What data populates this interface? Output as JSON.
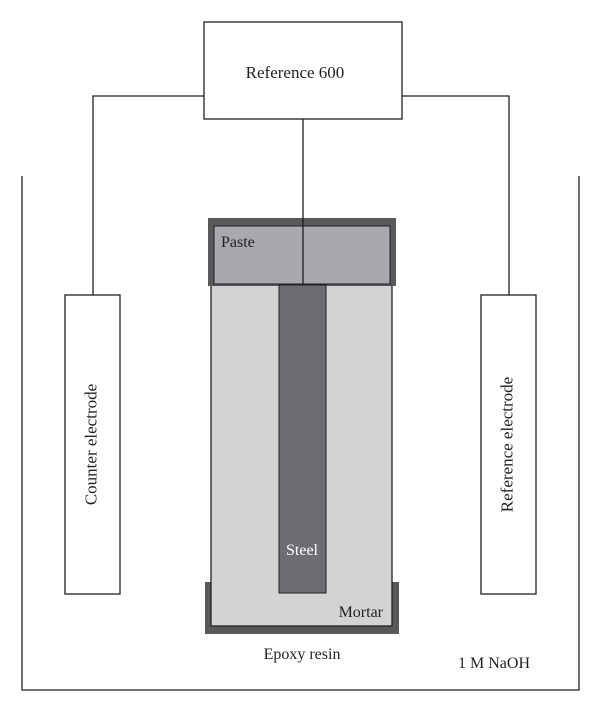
{
  "diagram": {
    "potentiostat_label": "Reference 600",
    "counter_electrode_label": "Counter electrode",
    "reference_electrode_label": "Reference electrode",
    "paste_label": "Paste",
    "steel_label": "Steel",
    "mortar_label": "Mortar",
    "epoxy_label": "Epoxy resin",
    "solution_label": "1 M NaOH"
  },
  "colors": {
    "line": "#231f20",
    "paste_fill": "#a7a9ac",
    "mortar_fill": "#d1d3d4",
    "epoxy_fill": "#58595b",
    "steel_fill": "#6d6e71",
    "steel_label": "#ffffff",
    "background": "#ffffff"
  }
}
